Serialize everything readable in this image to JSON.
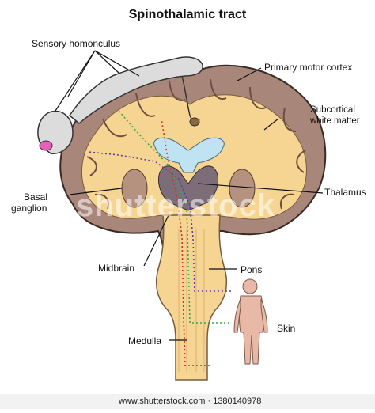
{
  "title": "Spinothalamic tract",
  "labels": {
    "sensory_homunculus": "Sensory homonculus",
    "primary_motor_cortex": "Primary motor cortex",
    "subcortical_white_matter_line1": "Subcortical",
    "subcortical_white_matter_line2": "white matter",
    "basal_ganglion_line1": "Basal",
    "basal_ganglion_line2": "ganglion",
    "thalamus": "Thalamus",
    "midbrain": "Midbrain",
    "pons": "Pons",
    "medulla": "Medulla",
    "skin": "Skin"
  },
  "watermark": "shutterstock",
  "footer": "www.shutterstock.com · 1380140978",
  "colors": {
    "gray_matter": "#a8877a",
    "white_matter": "#f6d592",
    "ventricle": "#bfe3f2",
    "thalamus": "#7d6d78",
    "skin_figure": "#e8b9a6",
    "pathway_red": "#d42c1f",
    "pathway_green": "#3aa84a",
    "pathway_purple": "#5a3fa8",
    "homunculus": "#dcdcdc"
  }
}
